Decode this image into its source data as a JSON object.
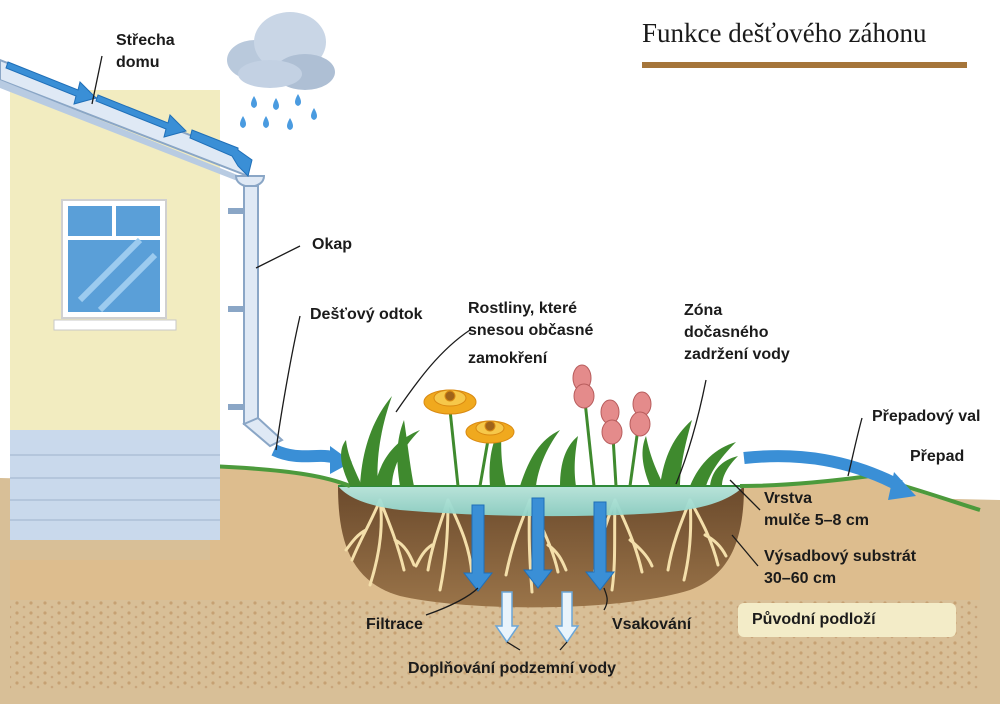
{
  "title": "Funkce dešťového záhonu",
  "labels": {
    "roof": [
      "Střecha",
      "domu"
    ],
    "gutter": "Okap",
    "downspout": "Dešťový odtok",
    "plants": [
      "Rostliny, které",
      "snesou občasné",
      "zamokření"
    ],
    "ponding": [
      "Zóna",
      "dočasného",
      "zadržení vody"
    ],
    "overflow_berm": "Přepadový val",
    "overflow": "Přepad",
    "mulch": [
      "Vrstva",
      "mulče 5–8 cm"
    ],
    "soil_mix": [
      "Výsadbový substrát",
      "30–60 cm"
    ],
    "native_soil": "Původní podloží",
    "filtration": "Filtrace",
    "infiltration": "Vsakování",
    "recharge": "Doplňování podzemní vody"
  },
  "colors": {
    "accent": "#a5753a",
    "water": "#3a8fd6",
    "wall": "#f2ecc0",
    "foundation": "#c9d9ec",
    "soil": "#d9b98c",
    "subsoil": "#d8bf97",
    "grass": "#4c9a3c",
    "pond": "#aee4dc",
    "roots": "#f6e3b0",
    "bed_soil": "#7a5634"
  },
  "icons": [
    "rain-cloud-icon",
    "raindrop-icon",
    "flow-arrow-icon"
  ]
}
